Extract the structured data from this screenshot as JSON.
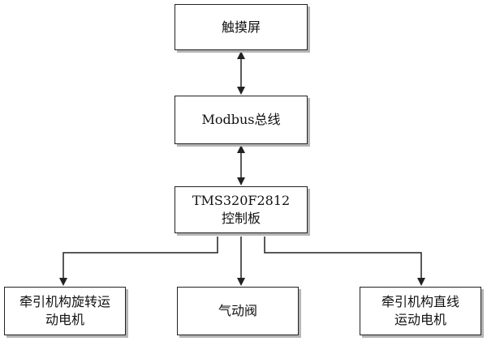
{
  "nodes": {
    "touchscreen": {
      "label": "触摸屏"
    },
    "modbus": {
      "label": "Modbus总线"
    },
    "controller": {
      "line1": "TMS320F2812",
      "line2": "控制板"
    },
    "rotary_motor": {
      "line1": "牵引机构旋转运",
      "line2": "动电机"
    },
    "pneumatic_valve": {
      "label": "气动阀"
    },
    "linear_motor": {
      "line1": "牵引机构直线",
      "line2": "运动电机"
    }
  },
  "colors": {
    "line": "#222222",
    "border": "#222222",
    "shadow": "#b5b5b5"
  }
}
